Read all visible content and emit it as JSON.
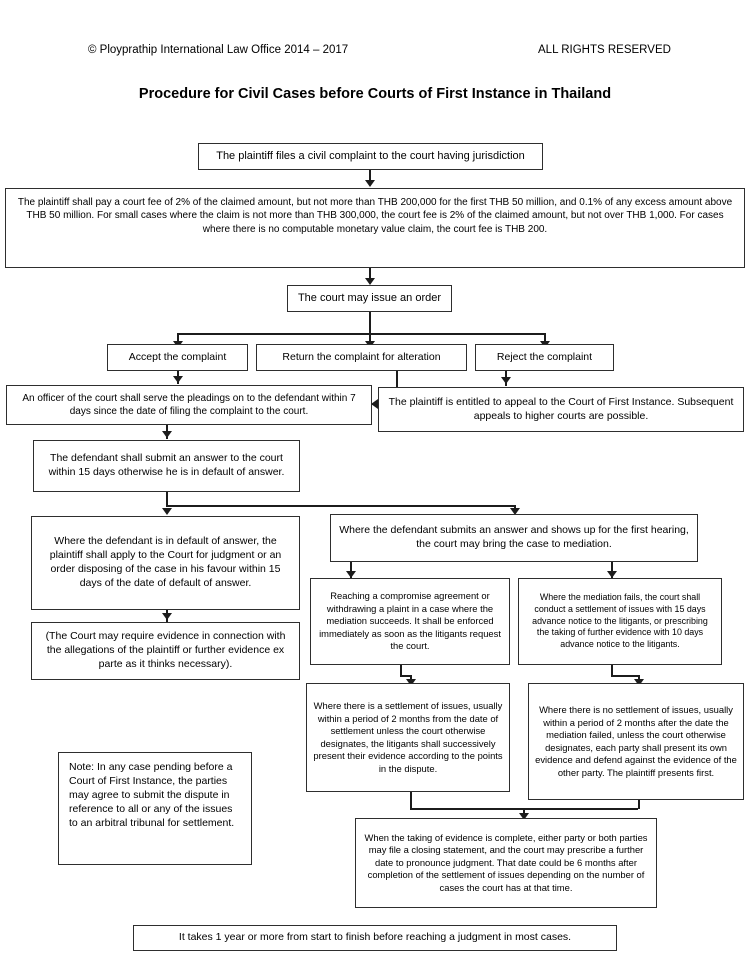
{
  "header": {
    "copyright": "© Ployprathip International Law Office 2014 – 2017",
    "rights": "ALL RIGHTS RESERVED",
    "title": "Procedure for Civil Cases before Courts of First Instance in Thailand"
  },
  "nodes": {
    "file_complaint": "The plaintiff files a civil complaint to the court having jurisdiction",
    "court_fee": "The plaintiff shall pay a court fee of 2% of the claimed amount, but not more than THB 200,000 for the first THB 50 million, and 0.1% of any excess amount above THB 50 million.  For small cases where the claim is not more than THB 300,000, the court fee is 2% of the claimed amount, but not over THB 1,000.  For cases where there is no computable monetary value claim, the court fee is THB 200.",
    "court_order": "The court may issue an order",
    "accept": "Accept the complaint",
    "return": "Return the complaint for alteration",
    "reject": "Reject the complaint",
    "officer_serve": "An officer of the court shall serve the pleadings on to the defendant within 7 days since the date of filing the complaint to the court.",
    "appeal": "The plaintiff is entitled to appeal to the Court of First Instance. Subsequent appeals to higher courts are possible.",
    "defendant_answer": "The defendant shall submit an answer to the court within 15 days otherwise he is in default of answer.",
    "default_of_answer": "Where the defendant is in default of answer, the plaintiff shall apply to the Court for judgment or an order disposing of the case in his favour within 15 days of the date of default of answer.",
    "court_require_evidence": "(The Court may require evidence in connection with the allegations of the plaintiff or further evidence ex parte as it thinks necessary).",
    "submits_answer_mediation": "Where the defendant submits an answer and shows up for the first hearing, the court may bring the case to mediation.",
    "mediation_succeeds": "Reaching a compromise agreement or withdrawing a plaint in a case where the mediation succeeds. It shall be enforced immediately as soon as the litigants request the court.",
    "mediation_fails": "Where the mediation fails, the court shall conduct a settlement of issues with 15 days advance notice to the litigants, or prescribing the taking of further evidence with 10 days advance notice to the litigants.",
    "settlement_yes": "Where there is a settlement of issues, usually within a period of 2 months from the date of settlement unless the court otherwise designates, the litigants shall successively present their evidence according to the points in the dispute.",
    "settlement_no": "Where there is no settlement of issues, usually within a period of 2 months after the date the mediation failed, unless the court otherwise designates, each party shall present its own evidence and defend against the evidence of the other party. The plaintiff presents first.",
    "closing_statement": "When the taking of evidence is complete, either party or both parties may file a closing statement, and the court may prescribe a further date to pronounce judgment. That date could be 6 months after completion of the settlement of issues depending on the number of cases the court has at that time.",
    "note_arbitration": "Note: In any case pending before a Court of First Instance, the parties may agree to submit the dispute in reference to all or any of the issues to an arbitral tribunal for settlement.",
    "duration": "It takes 1 year or more from start to finish before reaching a judgment in most cases."
  },
  "colors": {
    "box_border": "#2e2e2e",
    "connector": "#1c1c1c",
    "background": "#ffffff",
    "text": "#000000"
  }
}
